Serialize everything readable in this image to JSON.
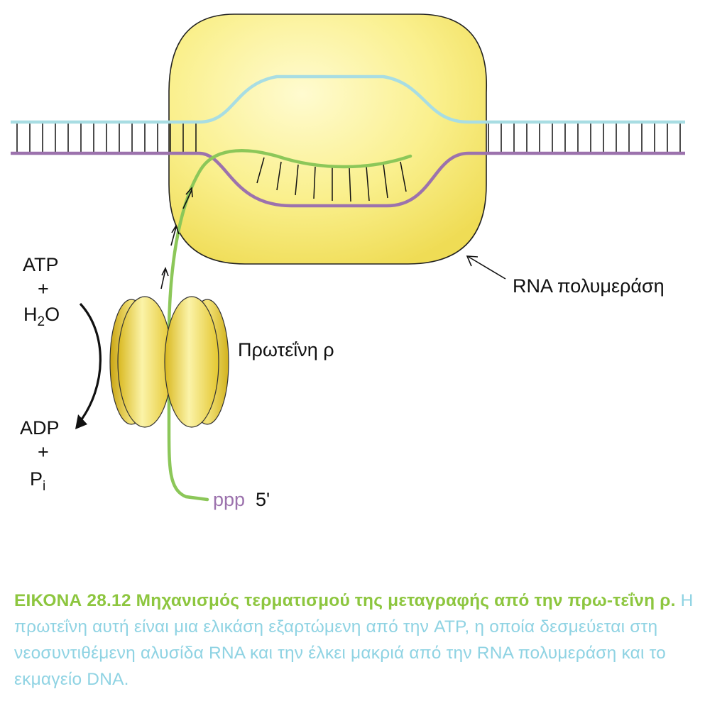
{
  "labels": {
    "rna_polymerase": "RNA πολυμεράση",
    "rho_protein": "Πρωτεΐνη ρ",
    "atp": "ATP",
    "plus_top": "+",
    "h2o_h": "H",
    "h2o_sub": "2",
    "h2o_o": "O",
    "adp": "ADP",
    "plus_bottom": "+",
    "pi_p": "P",
    "pi_sub": "i",
    "ppp": "ppp",
    "five_prime": "5'"
  },
  "caption": {
    "heading": "ΕΙΚΟΝΑ 28.12 Μηχανισμός τερματισμού της μεταγραφής από την πρω-τεΐνη ρ.",
    "body": "Η πρωτεΐνη αυτή είναι μια ελικάση εξαρτώμενη από την ATP, η οποία δεσμεύεται στη νεοσυντιθέμενη αλυσίδα RNA και την έλκει μακριά από την RNA πολυμεράση και το εκμαγείο DNA."
  },
  "colors": {
    "polymerase_fill": "#f8ee8c",
    "template_strand": "#9c72ad",
    "coding_strand": "#a8dde3",
    "rna_strand": "#8cc759",
    "caption_heading": "#8dc63f",
    "caption_body": "#8fd3e3"
  }
}
